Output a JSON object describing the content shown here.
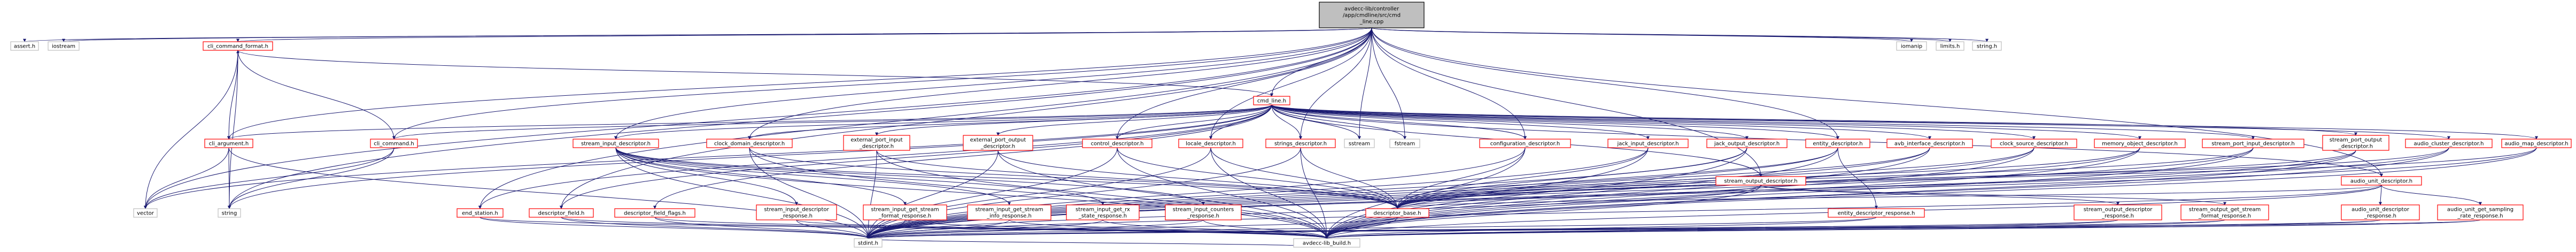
{
  "colors": {
    "edge": "#191970",
    "root_fill": "#bfbfbf",
    "root_border": "#000000",
    "node_border_linked": "#ff0000",
    "node_border_plain": "#bfbfbf",
    "node_fill": "#ffffff"
  },
  "nodes": [
    {
      "id": "root",
      "lines": [
        "avdecc-lib/controller",
        "/app/cmdline/src/cmd",
        "_line.cpp"
      ],
      "kind": "root"
    },
    {
      "id": "asserth",
      "lines": [
        "assert.h"
      ],
      "kind": "plain"
    },
    {
      "id": "iostream",
      "lines": [
        "iostream"
      ],
      "kind": "plain"
    },
    {
      "id": "cli_command_format",
      "lines": [
        "cli_command_format.h"
      ],
      "kind": "linked"
    },
    {
      "id": "cmd_line",
      "lines": [
        "cmd_line.h"
      ],
      "kind": "linked"
    },
    {
      "id": "iomanip",
      "lines": [
        "iomanip"
      ],
      "kind": "plain"
    },
    {
      "id": "limitsh",
      "lines": [
        "limits.h"
      ],
      "kind": "plain"
    },
    {
      "id": "stringh",
      "lines": [
        "string.h"
      ],
      "kind": "plain"
    },
    {
      "id": "cli_command",
      "lines": [
        "cli_command.h"
      ],
      "kind": "linked"
    },
    {
      "id": "cli_argument",
      "lines": [
        "cli_argument.h"
      ],
      "kind": "linked"
    },
    {
      "id": "vector",
      "lines": [
        "vector"
      ],
      "kind": "plain"
    },
    {
      "id": "string",
      "lines": [
        "string"
      ],
      "kind": "plain"
    },
    {
      "id": "stream_input_descriptor",
      "lines": [
        "stream_input_descriptor.h"
      ],
      "kind": "linked"
    },
    {
      "id": "clock_domain_descriptor",
      "lines": [
        "clock_domain_descriptor.h"
      ],
      "kind": "linked"
    },
    {
      "id": "external_port_input",
      "lines": [
        "external_port_input",
        "_descriptor.h"
      ],
      "kind": "linked"
    },
    {
      "id": "external_port_output",
      "lines": [
        "external_port_output",
        "_descriptor.h"
      ],
      "kind": "linked"
    },
    {
      "id": "control_descriptor",
      "lines": [
        "control_descriptor.h"
      ],
      "kind": "linked"
    },
    {
      "id": "locale_descriptor",
      "lines": [
        "locale_descriptor.h"
      ],
      "kind": "linked"
    },
    {
      "id": "strings_descriptor",
      "lines": [
        "strings_descriptor.h"
      ],
      "kind": "linked"
    },
    {
      "id": "sstream",
      "lines": [
        "sstream"
      ],
      "kind": "plain"
    },
    {
      "id": "fstream",
      "lines": [
        "fstream"
      ],
      "kind": "plain"
    },
    {
      "id": "configuration_descriptor",
      "lines": [
        "configuration_descriptor.h"
      ],
      "kind": "linked"
    },
    {
      "id": "jack_input_descriptor",
      "lines": [
        "jack_input_descriptor.h"
      ],
      "kind": "linked"
    },
    {
      "id": "jack_output_descriptor",
      "lines": [
        "jack_output_descriptor.h"
      ],
      "kind": "linked"
    },
    {
      "id": "entity_descriptor",
      "lines": [
        "entity_descriptor.h"
      ],
      "kind": "linked"
    },
    {
      "id": "avb_interface_descriptor",
      "lines": [
        "avb_interface_descriptor.h"
      ],
      "kind": "linked"
    },
    {
      "id": "clock_source_descriptor",
      "lines": [
        "clock_source_descriptor.h"
      ],
      "kind": "linked"
    },
    {
      "id": "memory_object_descriptor",
      "lines": [
        "memory_object_descriptor.h"
      ],
      "kind": "linked"
    },
    {
      "id": "stream_port_input_descriptor",
      "lines": [
        "stream_port_input_descriptor.h"
      ],
      "kind": "linked"
    },
    {
      "id": "stream_port_output_descriptor",
      "lines": [
        "stream_port_output",
        "_descriptor.h"
      ],
      "kind": "linked"
    },
    {
      "id": "audio_cluster_descriptor",
      "lines": [
        "audio_cluster_descriptor.h"
      ],
      "kind": "linked"
    },
    {
      "id": "audio_map_descriptor",
      "lines": [
        "audio_map_descriptor.h"
      ],
      "kind": "linked"
    },
    {
      "id": "stream_output_descriptor",
      "lines": [
        "stream_output_descriptor.h"
      ],
      "kind": "linked"
    },
    {
      "id": "audio_unit_descriptor",
      "lines": [
        "audio_unit_descriptor.h"
      ],
      "kind": "linked"
    },
    {
      "id": "end_station",
      "lines": [
        "end_station.h"
      ],
      "kind": "linked"
    },
    {
      "id": "descriptor_field",
      "lines": [
        "descriptor_field.h"
      ],
      "kind": "linked"
    },
    {
      "id": "descriptor_field_flags",
      "lines": [
        "descriptor_field_flags.h"
      ],
      "kind": "linked"
    },
    {
      "id": "stream_input_descriptor_response",
      "lines": [
        "stream_input_descriptor",
        "_response.h"
      ],
      "kind": "linked"
    },
    {
      "id": "stream_input_get_stream_format_response",
      "lines": [
        "stream_input_get_stream",
        "_format_response.h"
      ],
      "kind": "linked"
    },
    {
      "id": "stream_input_get_stream_info_response",
      "lines": [
        "stream_input_get_stream",
        "_info_response.h"
      ],
      "kind": "linked"
    },
    {
      "id": "stream_input_get_rx_state_response",
      "lines": [
        "stream_input_get_rx",
        "_state_response.h"
      ],
      "kind": "linked"
    },
    {
      "id": "stream_input_counters_response",
      "lines": [
        "stream_input_counters",
        "_response.h"
      ],
      "kind": "linked"
    },
    {
      "id": "descriptor_base",
      "lines": [
        "descriptor_base.h"
      ],
      "kind": "linked"
    },
    {
      "id": "entity_descriptor_response",
      "lines": [
        "entity_descriptor_response.h"
      ],
      "kind": "linked"
    },
    {
      "id": "stream_output_descriptor_response",
      "lines": [
        "stream_output_descriptor",
        "_response.h"
      ],
      "kind": "linked"
    },
    {
      "id": "stream_output_get_stream_format_response",
      "lines": [
        "stream_output_get_stream",
        "_format_response.h"
      ],
      "kind": "linked"
    },
    {
      "id": "audio_unit_descriptor_response",
      "lines": [
        "audio_unit_descriptor",
        "_response.h"
      ],
      "kind": "linked"
    },
    {
      "id": "audio_unit_get_sampling_rate_response",
      "lines": [
        "audio_unit_get_sampling",
        "_rate_response.h"
      ],
      "kind": "linked"
    },
    {
      "id": "stdinth",
      "lines": [
        "stdint.h"
      ],
      "kind": "plain"
    },
    {
      "id": "avdecc_lib_build",
      "lines": [
        "avdecc-lib_build.h"
      ],
      "kind": "plain"
    }
  ]
}
